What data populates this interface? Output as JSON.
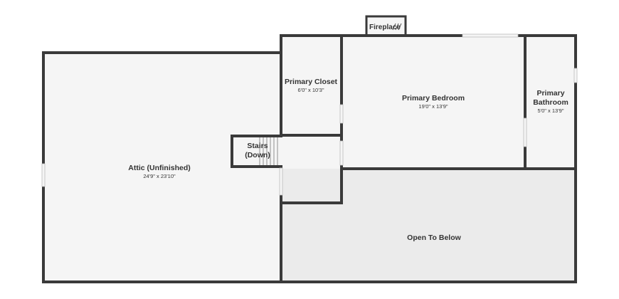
{
  "colors": {
    "wall": "#3a3a3a",
    "floor": "#f5f5f5",
    "open_floor": "#ebebeb",
    "window": "#d9d9d9",
    "text": "#333333"
  },
  "rooms": {
    "attic": {
      "name": "Attic (Unfinished)",
      "dims": "24'9\" x 23'10\""
    },
    "primary_closet": {
      "name": "Primary Closet",
      "dims": "6'0\" x 10'3\""
    },
    "primary_bedroom": {
      "name": "Primary Bedroom",
      "dims": "19'0\" x 13'9\""
    },
    "primary_bathroom": {
      "name_line1": "Primary",
      "name_line2": "Bathroom",
      "dims": "5'0\" x 13'9\""
    },
    "stairs": {
      "name_line1": "Stairs",
      "name_line2": "(Down)"
    },
    "open_below": {
      "name": "Open To Below"
    },
    "fireplace": {
      "name": "Fireplace"
    }
  }
}
